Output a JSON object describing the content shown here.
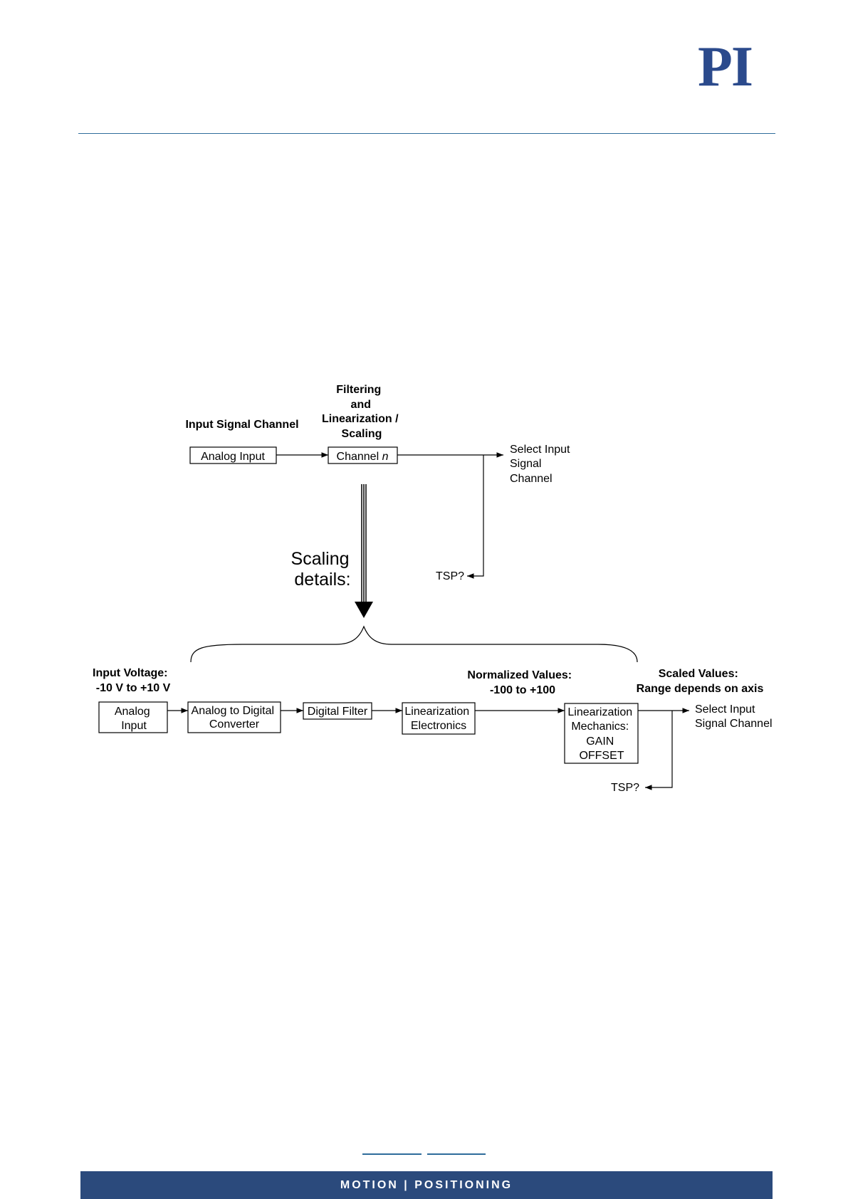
{
  "header": {
    "logo_text": "PI",
    "accent": "#2b4a8c"
  },
  "diagram": {
    "top": {
      "input_signal_channel": "Input Signal Channel",
      "filtering_lines": [
        "Filtering",
        "and",
        "Linearization /",
        "Scaling"
      ],
      "analog_input": "Analog Input",
      "channel_prefix": "Channel ",
      "channel_var": "n",
      "select_lines": [
        "Select Input",
        "Signal",
        "Channel"
      ],
      "tsp": "TSP?"
    },
    "scaling_lines": [
      "Scaling",
      "details:"
    ],
    "bottom": {
      "input_voltage_lines": [
        "Input Voltage:",
        "-10 V to +10 V"
      ],
      "normalized_lines": [
        "Normalized Values:",
        "-100 to +100"
      ],
      "scaled_lines": [
        "Scaled Values:",
        "Range depends on axis"
      ],
      "analog_input_lines": [
        "Analog",
        "Input"
      ],
      "adc_lines": [
        "Analog to Digital",
        "Converter"
      ],
      "digital_filter": "Digital Filter",
      "lin_elec_lines": [
        "Linearization",
        "Electronics"
      ],
      "lin_mech_lines": [
        "Linearization",
        "Mechanics:",
        "GAIN",
        "OFFSET"
      ],
      "select_lines": [
        "Select Input",
        "Signal Channel"
      ],
      "tsp": "TSP?"
    }
  },
  "footer": {
    "text": "MOTION | POSITIONING",
    "bar_color": "#2b4a7c"
  }
}
